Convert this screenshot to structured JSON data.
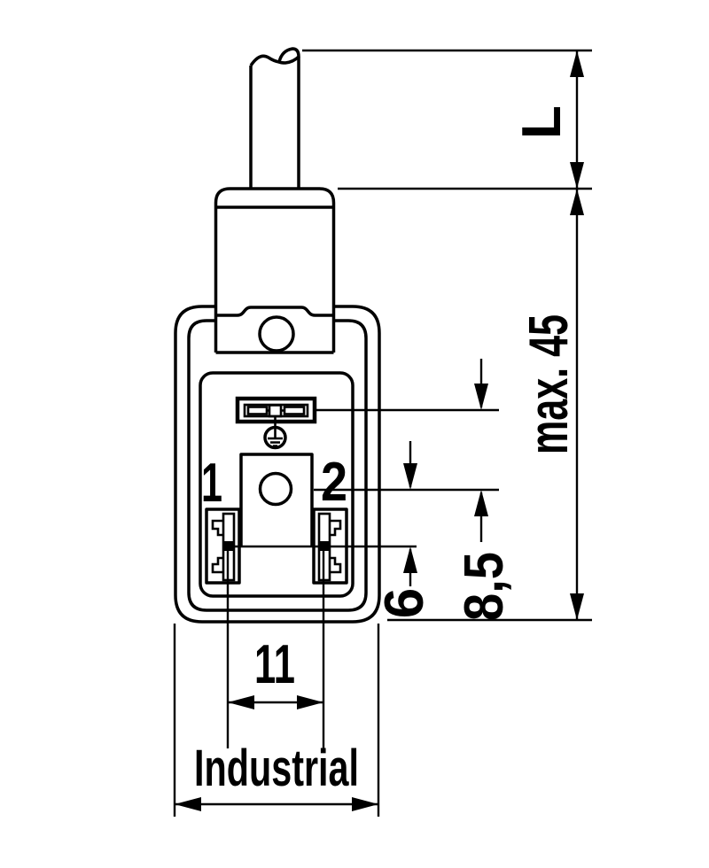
{
  "labels": {
    "cable_length": "L",
    "max_height": "max. 45",
    "bridge_to_hole": "8,5",
    "hole_to_contact": "6",
    "contact_spacing": "11",
    "series_name": "Industrial",
    "pin_1": "1",
    "pin_2": "2"
  },
  "colors": {
    "line": "#000000",
    "background": "#ffffff"
  }
}
